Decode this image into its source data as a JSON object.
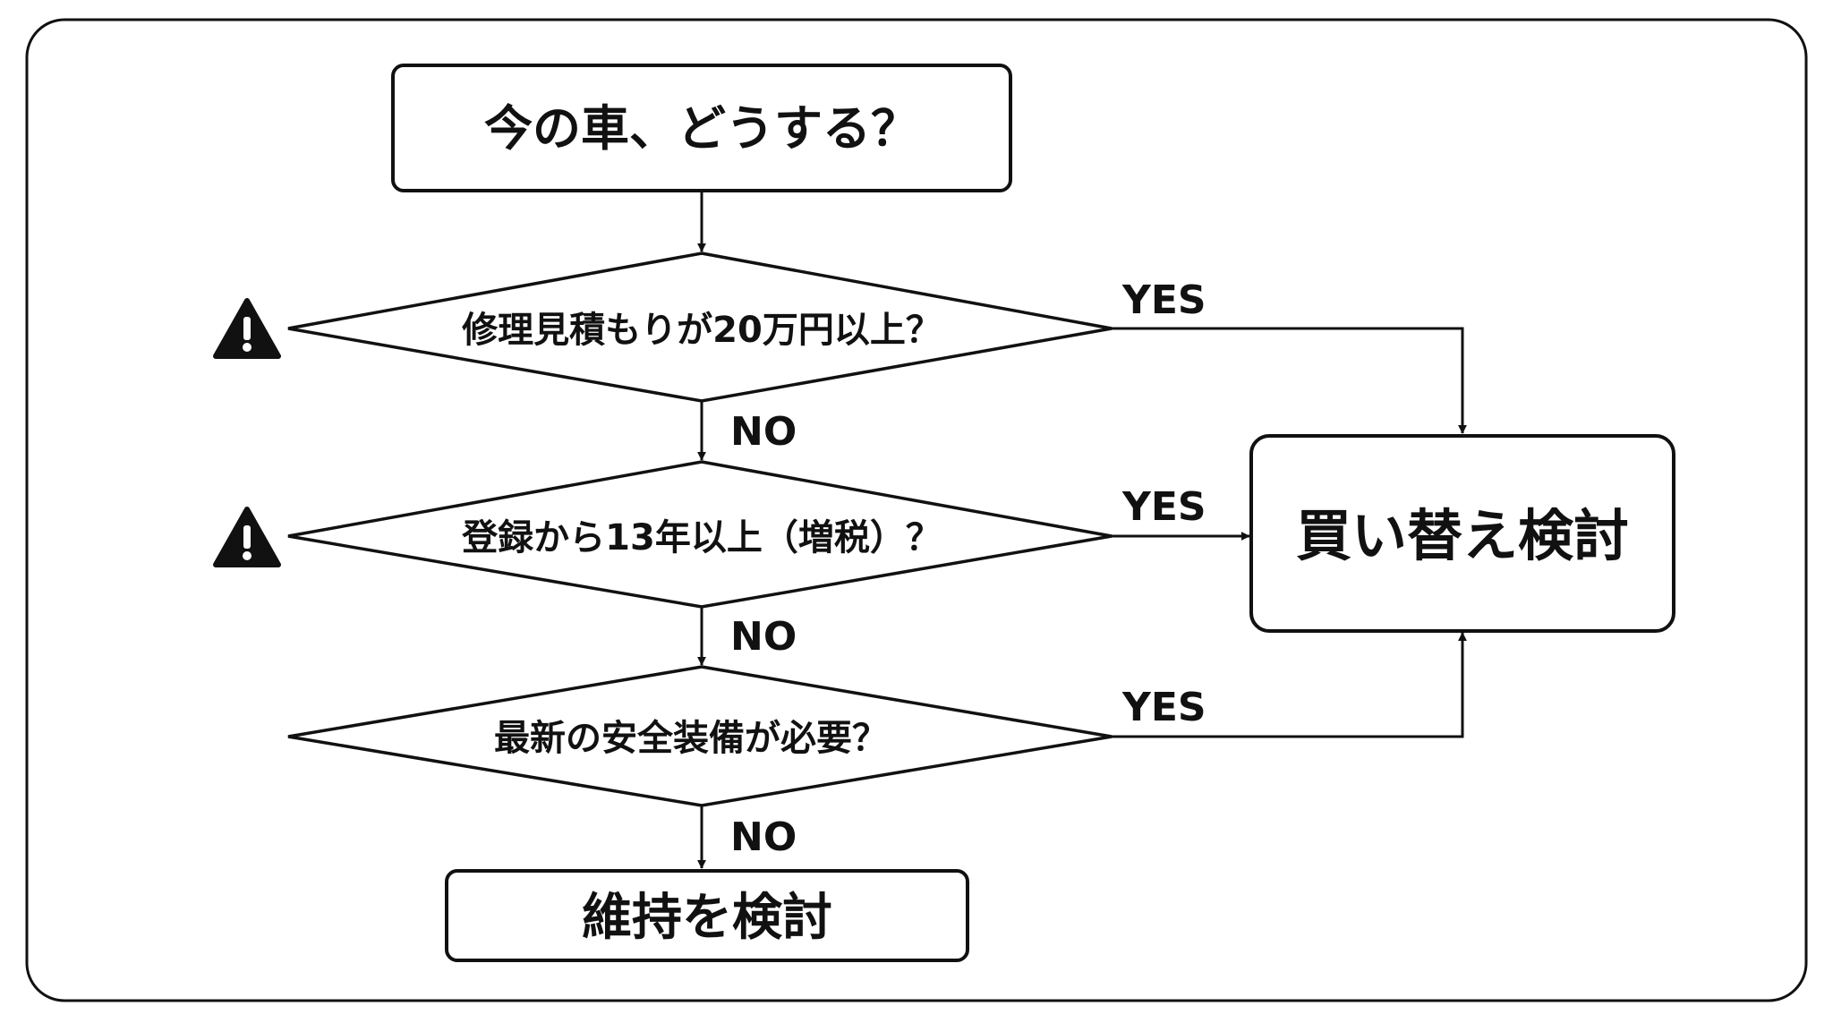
{
  "start": {
    "label": "今の車、どうする？"
  },
  "decisions": [
    {
      "label": "修理見積もりが20万円以上？",
      "warning": true
    },
    {
      "label": "登録から13年以上（増税）？",
      "warning": true
    },
    {
      "label": "最新の安全装備が必要？",
      "warning": false
    }
  ],
  "edge_labels": {
    "yes": "YES",
    "no": "NO"
  },
  "outcomes": {
    "replace": {
      "label": "買い替え検討"
    },
    "keep": {
      "label": "維持を検討"
    }
  },
  "icons": {
    "warning": "warning-triangle-icon"
  },
  "colors": {
    "stroke": "#111111",
    "background": "#ffffff",
    "warning_fill": "#111111"
  }
}
